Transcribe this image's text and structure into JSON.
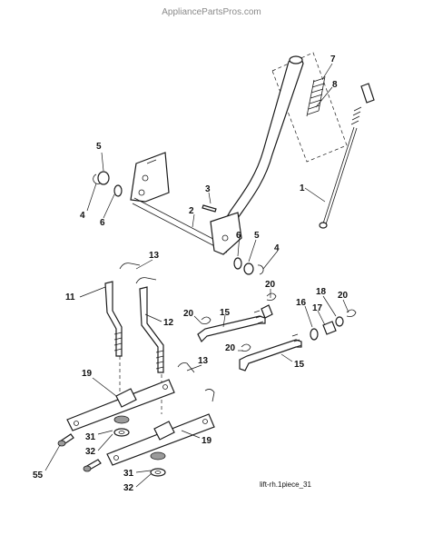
{
  "watermark": "AppliancePartsPros.com",
  "caption": "lift-rh.1piece_31",
  "callouts": {
    "c1": "1",
    "c2": "2",
    "c3": "3",
    "c4a": "4",
    "c4b": "4",
    "c5a": "5",
    "c5b": "5",
    "c6a": "6",
    "c6b": "6",
    "c7": "7",
    "c8": "8",
    "c11": "11",
    "c12": "12",
    "c13a": "13",
    "c13b": "13",
    "c15a": "15",
    "c15b": "15",
    "c16": "16",
    "c17": "17",
    "c18": "18",
    "c19a": "19",
    "c19b": "19",
    "c20a": "20",
    "c20b": "20",
    "c20c": "20",
    "c20d": "20",
    "c31a": "31",
    "c31b": "31",
    "c32a": "32",
    "c32b": "32",
    "c55": "55"
  }
}
